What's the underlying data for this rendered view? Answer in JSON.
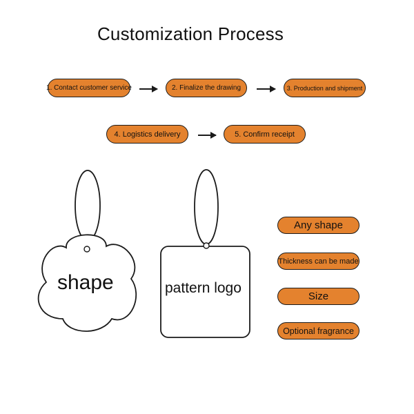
{
  "title": "Customization Process",
  "theme": {
    "pill_fill": "#E4822E",
    "outline": "#1A1A1A"
  },
  "process_steps": [
    {
      "label": "1. Contact customer service"
    },
    {
      "label": "2. Finalize the drawing"
    },
    {
      "label": "3. Production and shipment"
    },
    {
      "label": "4. Logistics delivery"
    },
    {
      "label": "5. Confirm receipt"
    }
  ],
  "samples": {
    "flower_tag_label": "shape",
    "square_tag_label": "pattern logo"
  },
  "options": [
    {
      "label": "Any shape"
    },
    {
      "label": "Thickness can be made"
    },
    {
      "label": "Size"
    },
    {
      "label": "Optional fragrance"
    }
  ]
}
